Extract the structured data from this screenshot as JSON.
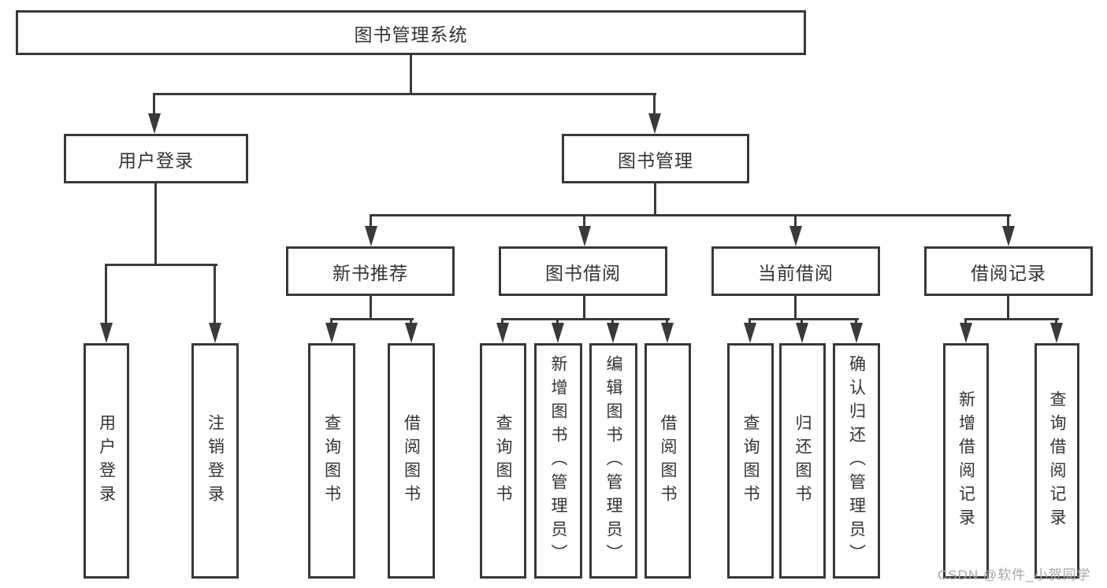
{
  "diagram": {
    "root": {
      "label": "图书管理系统"
    },
    "level2": {
      "user_login": {
        "label": "用户登录"
      },
      "book_management": {
        "label": "图书管理"
      }
    },
    "level3": {
      "new_book_recommend": {
        "label": "新书推荐"
      },
      "book_borrow": {
        "label": "图书借阅"
      },
      "current_borrow": {
        "label": "当前借阅"
      },
      "borrow_record": {
        "label": "借阅记录"
      }
    },
    "leaves": {
      "user_login": "用户登录",
      "logout": "注销登录",
      "nb_query_book": "查询图书",
      "nb_borrow_book": "借阅图书",
      "bb_query_book": "查询图书",
      "bb_add_book": "新增图书（管理员）",
      "bb_edit_book": "编辑图书（管理员）",
      "bb_borrow_book": "借阅图书",
      "cb_query_book": "查询图书",
      "cb_return_book": "归还图书",
      "cb_confirm_return": "确认归还（管理员）",
      "br_add_record": "新增借阅记录",
      "br_query_record": "查询借阅记录"
    }
  },
  "watermark": {
    "text": "CSDN @软件_小贺同学"
  },
  "colors": {
    "line": "#3a3a3a",
    "border": "#383838",
    "text": "#333333",
    "watermark": "#a6a6a6",
    "background": "#ffffff"
  }
}
